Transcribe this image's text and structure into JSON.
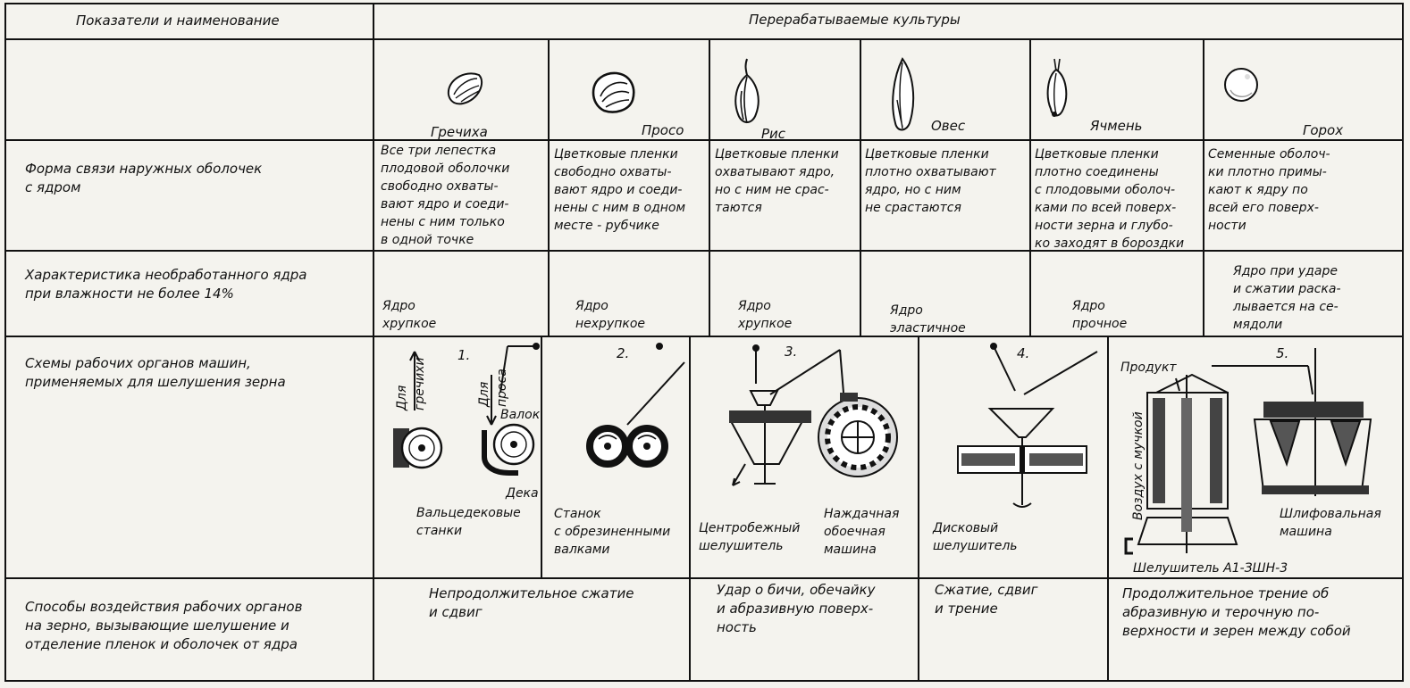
{
  "header": {
    "left": "Показатели и наименование",
    "right": "Перерабатываемые культуры"
  },
  "crops": [
    {
      "name": "Гречиха",
      "icon": "buckwheat-grain-icon"
    },
    {
      "name": "Просо",
      "icon": "millet-grain-icon"
    },
    {
      "name": "Рис",
      "icon": "rice-grain-icon"
    },
    {
      "name": "Овес",
      "icon": "oat-grain-icon"
    },
    {
      "name": "Ячмень",
      "icon": "barley-grain-icon"
    },
    {
      "name": "Горох",
      "icon": "pea-icon"
    }
  ],
  "rows": {
    "husk": {
      "label": "Форма связи наружных оболочек\nс ядром",
      "cells": [
        "Все три лепестка\nплодовой оболочки\nсвободно охваты-\nвают ядро и соеди-\nнены с ним только\nв одной точке",
        "Цветковые пленки\nсвободно охваты-\nвают ядро и соеди-\nнены с ним в одном\nместе - рубчике",
        "Цветковые пленки\nохватывают ядро,\nно с ним не срас-\nтаются",
        "Цветковые пленки\nплотно охватывают\nядро, но с ним\nне срастаются",
        "Цветковые пленки\nплотно соединены\nс плодовыми оболоч-\nками по всей поверх-\nности зерна и глубо-\nко заходят в бороздки",
        "Семенные оболоч-\nки плотно примы-\nкают к ядру по\nвсей его поверх-\nности"
      ]
    },
    "kernel": {
      "label": "Характеристика необработанного ядра\nпри влажности не более 14%",
      "cells": [
        "Ядро\nхрупкое",
        "Ядро\nнехрупкое",
        "Ядро\nхрупкое",
        "Ядро\nэластичное",
        "Ядро\nпрочное",
        "Ядро при ударе\nи сжатии раска-\nлывается на се-\nмядоли"
      ]
    },
    "schemes": {
      "label": "Схемы рабочих органов машин,\nприменяемых для шелушения зерна",
      "numbers": [
        "1.",
        "2.",
        "3.",
        "4.",
        "5."
      ],
      "labels": {
        "for_buckwheat": "Для\nгречихи",
        "for_millet": "Для\nпроса",
        "roll": "Валок",
        "deck": "Дека",
        "roller_deck": "Вальцедековые\nстанки",
        "rubber_rolls": "Станок\nс обрезиненными\nвалками",
        "centrifugal": "Центробежный\nшелушитель",
        "emery": "Наждачная\nобоечная\nмашина",
        "disc": "Дисковый\nшелушитель",
        "product": "Продукт",
        "air": "Воздух с мучкой",
        "grinding": "Шлифовальная\nмашина",
        "a1_3shn3": "Шелушитель А1-ЗШН-3"
      }
    },
    "methods": {
      "label": "Способы воздействия рабочих органов\nна зерно, вызывающие шелушение и\nотделение пленок и оболочек от ядра",
      "cells": [
        "Непродолжительное сжатие\nи сдвиг",
        "Удар о бичи, обечайку\nи абразивную поверх-\nность",
        "Сжатие, сдвиг\nи трение",
        "Продолжительное трение об\nабразивную и терочную по-\nверхности и зерен между собой"
      ]
    }
  }
}
